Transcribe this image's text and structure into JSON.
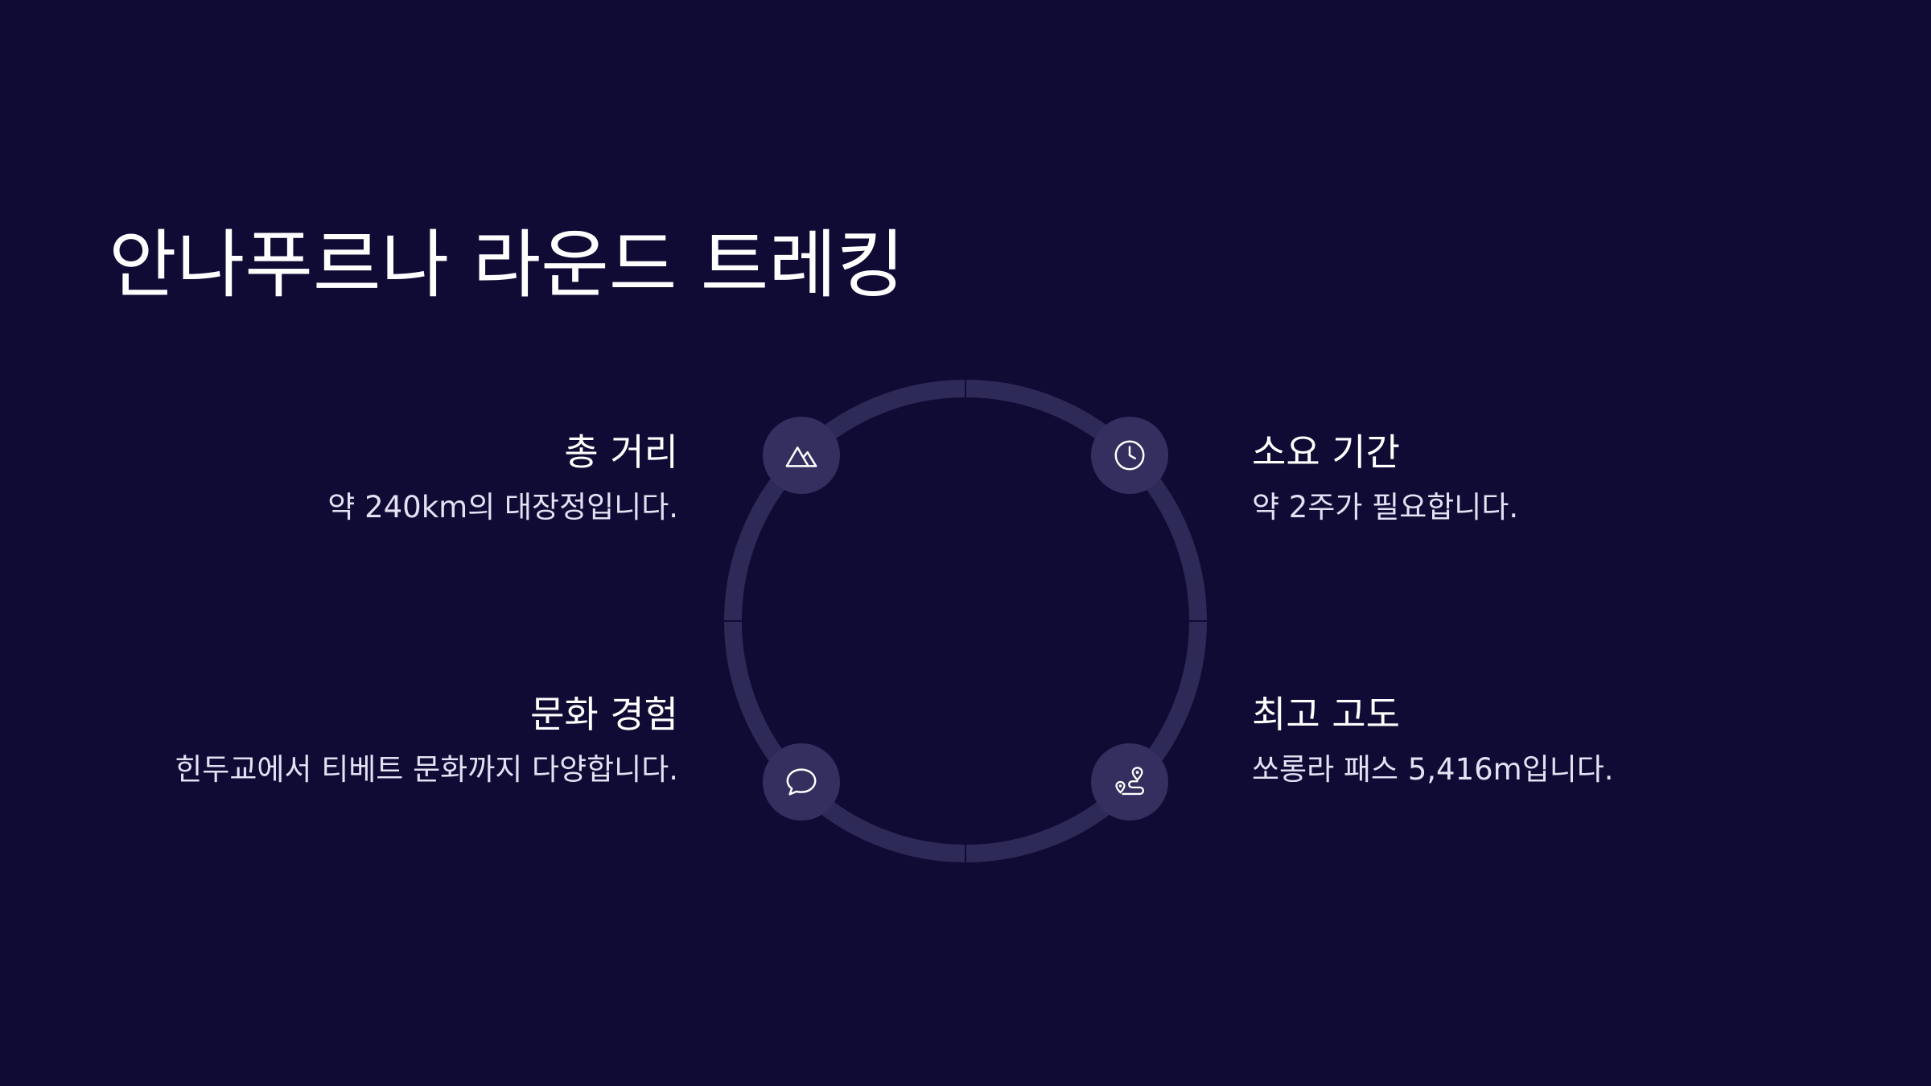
{
  "slide": {
    "title": "안나푸르나 라운드 트레킹",
    "items": [
      {
        "heading": "총 거리",
        "description": "약 240km의 대장정입니다.",
        "icon": "mountain-icon"
      },
      {
        "heading": "소요 기간",
        "description": "약 2주가 필요합니다.",
        "icon": "clock-icon"
      },
      {
        "heading": "문화 경험",
        "description": "힌두교에서 티베트 문화까지 다양합니다.",
        "icon": "speech-bubble-icon"
      },
      {
        "heading": "최고 고도",
        "description": "쏘롱라 패스 5,416m입니다.",
        "icon": "route-pin-icon"
      }
    ]
  },
  "colors": {
    "background": "#100b35",
    "ring": "#2e2a58",
    "node": "#342f5e",
    "text": "#ffffff",
    "muted_text": "#e3e1f3"
  }
}
